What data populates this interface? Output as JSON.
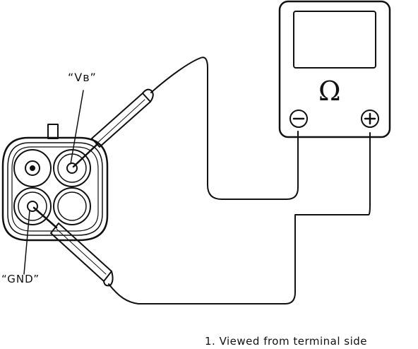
{
  "labels": {
    "vb": "“Vʙ”",
    "gnd": "“GND”",
    "caption": "1.  Viewed from terminal side"
  },
  "meter": {
    "unit_symbol": "Ω",
    "terminals": [
      {
        "name": "negative",
        "glyph": "−"
      },
      {
        "name": "positive",
        "glyph": "+"
      }
    ]
  },
  "colors": {
    "ink": "#111111",
    "background": "#ffffff"
  }
}
